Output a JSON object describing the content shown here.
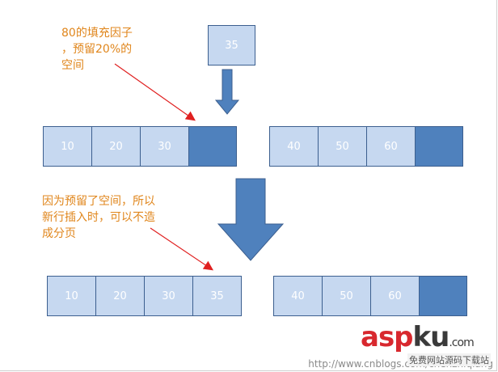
{
  "annotations": {
    "fill_factor": "80的填充因子\n，预留20%的\n空间",
    "reserved_space": "因为预留了空间，所以\n新行插入时，可以不造\n成分页"
  },
  "incoming_record": "35",
  "before": {
    "left_page": [
      "10",
      "20",
      "30",
      ""
    ],
    "right_page": [
      "40",
      "50",
      "60",
      ""
    ]
  },
  "after": {
    "left_page": [
      "10",
      "20",
      "30",
      "35"
    ],
    "right_page": [
      "40",
      "50",
      "60",
      ""
    ]
  },
  "watermark": {
    "url_text": "http://www.cnblogs.com/chenzhiqiang",
    "brand_main": "asp",
    "brand_suffix": "ku",
    "brand_tld": ".com",
    "brand_sub": "免费网站源码下载站"
  },
  "colors": {
    "cell_light": "#c6d8f0",
    "cell_dark": "#4f81bd",
    "border": "#3c5f8f",
    "annotation": "#e0861c",
    "pointer": "#e02020"
  }
}
